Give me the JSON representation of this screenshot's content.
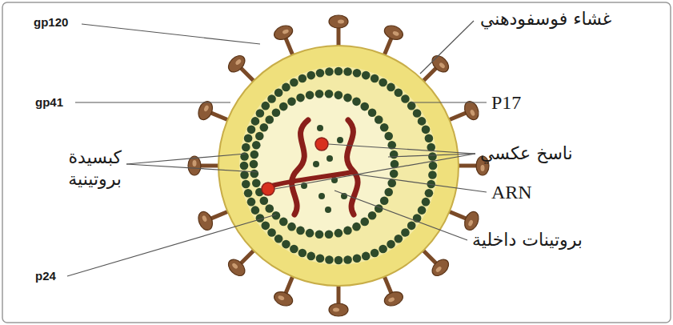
{
  "diagram": {
    "labels": [
      "gp120",
      "غشاء فوسفودهني",
      "gp41",
      "P17",
      "كبسيدة بروتينية",
      "ناسخ عكسي",
      "ARN",
      "بروتينات داخلية",
      "p24"
    ]
  }
}
